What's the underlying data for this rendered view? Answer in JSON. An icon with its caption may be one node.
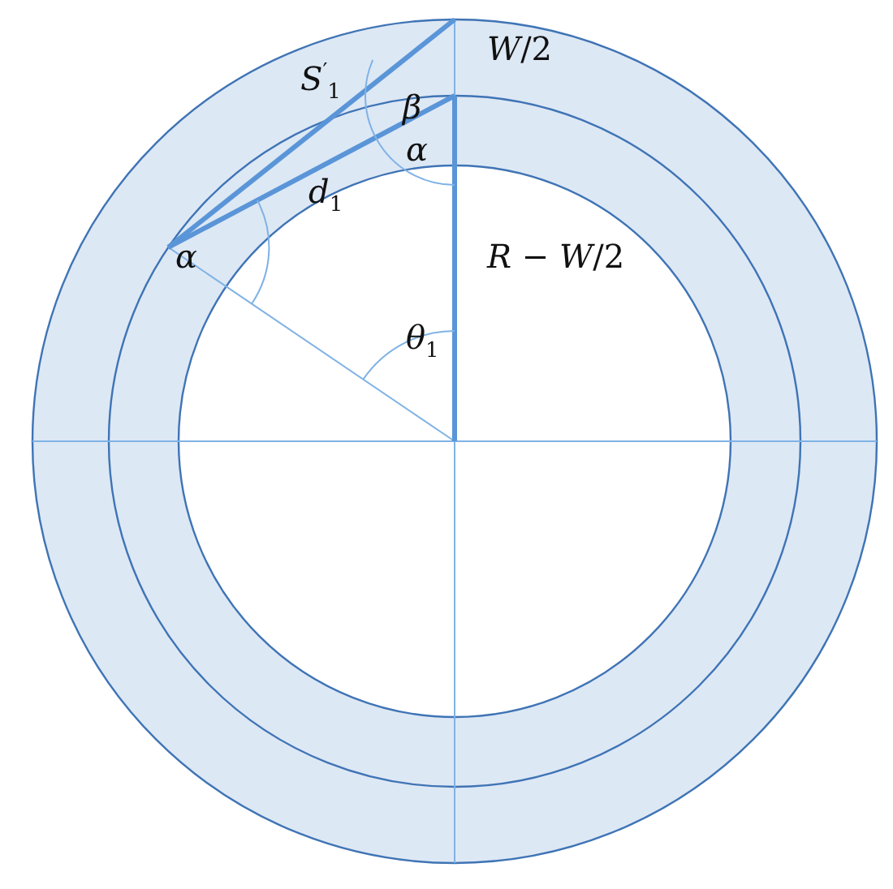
{
  "diagram": {
    "labels": [
      "*W*/2",
      "*S*$^{′}$$_{1}$",
      "*β*",
      "*α*",
      "*d*$_{1}$",
      "*α*",
      "*R* − *W*/2",
      "*θ*$_{1}$"
    ]
  }
}
